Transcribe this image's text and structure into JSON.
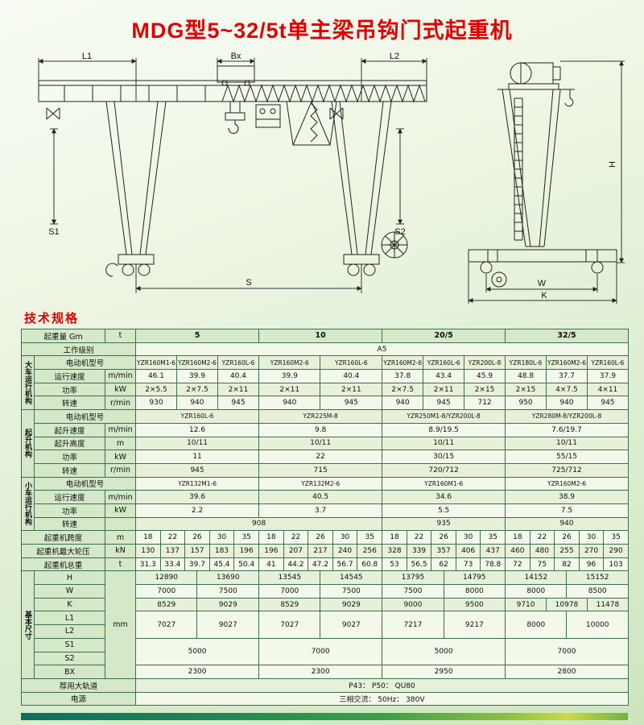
{
  "page": {
    "title": "MDG型5~32/5t单主梁吊钩门式起重机",
    "spec_heading": "技术规格"
  },
  "drawing": {
    "labels": {
      "l1": "L1",
      "bx": "Bx",
      "l2": "L2",
      "s1": "S1",
      "s2": "S2",
      "s": "S",
      "w": "W",
      "k": "K",
      "h": "H"
    }
  },
  "table": {
    "layout": {
      "label_col_widths": [
        16,
        88,
        38
      ],
      "micro_cols": 120,
      "data_width": 612
    },
    "rows": [
      [
        [
          "起重量 Gm",
          2,
          1,
          "lbl"
        ],
        [
          "t",
          1,
          1,
          "unit"
        ],
        [
          "5",
          30,
          1,
          "hdr"
        ],
        [
          "10",
          30,
          1,
          "hdr"
        ],
        [
          "20/5",
          30,
          1,
          "hdr"
        ],
        [
          "32/5",
          30,
          1,
          "hdr"
        ]
      ],
      [
        [
          "工作级别",
          3,
          1,
          "lbl"
        ],
        [
          "A5",
          120,
          1,
          "d"
        ]
      ],
      [
        [
          "大车运行机构",
          1,
          4,
          "grp"
        ],
        [
          "电动机型号",
          2,
          1,
          "name"
        ],
        [
          "YZR160M1-6",
          10,
          1,
          "m"
        ],
        [
          "YZR160M2-6",
          10,
          1,
          "m"
        ],
        [
          "YZR160L-6",
          10,
          1,
          "m"
        ],
        [
          "YZR160M2-6",
          15,
          1,
          "m"
        ],
        [
          "YZR160L-6",
          15,
          1,
          "m"
        ],
        [
          "YZR160M2-6",
          10,
          1,
          "m"
        ],
        [
          "YZR160L-6",
          10,
          1,
          "m"
        ],
        [
          "YZR200L-8",
          10,
          1,
          "m"
        ],
        [
          "YZR180L-6",
          10,
          1,
          "m"
        ],
        [
          "YZR160M2-6",
          10,
          1,
          "m"
        ],
        [
          "YZR160L-6",
          10,
          1,
          "m"
        ]
      ],
      [
        [
          "运行速度",
          1,
          1,
          "name"
        ],
        [
          "m/min",
          1,
          1,
          "unit"
        ],
        [
          "46.1",
          10
        ],
        [
          "39.9",
          10
        ],
        [
          "40.4",
          10
        ],
        [
          "39.9",
          15
        ],
        [
          "40.4",
          15
        ],
        [
          "37.8",
          10
        ],
        [
          "43.4",
          10
        ],
        [
          "45.9",
          10
        ],
        [
          "48.8",
          10
        ],
        [
          "37.7",
          10
        ],
        [
          "37.9",
          10
        ]
      ],
      [
        [
          "功率",
          1,
          1,
          "name"
        ],
        [
          "kW",
          1,
          1,
          "unit"
        ],
        [
          "2×5.5",
          10
        ],
        [
          "2×7.5",
          10
        ],
        [
          "2×11",
          10
        ],
        [
          "2×11",
          15
        ],
        [
          "2×11",
          15
        ],
        [
          "2×7.5",
          10
        ],
        [
          "2×11",
          10
        ],
        [
          "2×15",
          10
        ],
        [
          "2×15",
          10
        ],
        [
          "4×7.5",
          10
        ],
        [
          "4×11",
          10
        ]
      ],
      [
        [
          "转速",
          1,
          1,
          "name"
        ],
        [
          "r/min",
          1,
          1,
          "unit"
        ],
        [
          "930",
          10
        ],
        [
          "940",
          10
        ],
        [
          "945",
          10
        ],
        [
          "940",
          15
        ],
        [
          "945",
          15
        ],
        [
          "940",
          10
        ],
        [
          "945",
          10
        ],
        [
          "712",
          10
        ],
        [
          "950",
          10
        ],
        [
          "940",
          10
        ],
        [
          "945",
          10
        ]
      ],
      [
        [
          "起升机构",
          1,
          5,
          "grp"
        ],
        [
          "电动机型号",
          2,
          1,
          "name"
        ],
        [
          "YZR160L-6",
          30,
          1,
          "m"
        ],
        [
          "YZR225M-8",
          30,
          1,
          "m"
        ],
        [
          "YZR250M1-8/YZR200L-8",
          30,
          1,
          "m"
        ],
        [
          "YZR280M-8/YZR200L-8",
          30,
          1,
          "m"
        ]
      ],
      [
        [
          "起升速度",
          1,
          1,
          "name"
        ],
        [
          "m/min",
          1,
          1,
          "unit"
        ],
        [
          "12.6",
          30
        ],
        [
          "9.8",
          30
        ],
        [
          "8.9/19.5",
          30
        ],
        [
          "7.6/19.7",
          30
        ]
      ],
      [
        [
          "起升高度",
          1,
          1,
          "name"
        ],
        [
          "m",
          1,
          1,
          "unit"
        ],
        [
          "10/11",
          30
        ],
        [
          "10/11",
          30
        ],
        [
          "10/11",
          30
        ],
        [
          "10/11",
          30
        ]
      ],
      [
        [
          "功率",
          1,
          1,
          "name"
        ],
        [
          "kW",
          1,
          1,
          "unit"
        ],
        [
          "11",
          30
        ],
        [
          "22",
          30
        ],
        [
          "30/15",
          30
        ],
        [
          "55/15",
          30
        ]
      ],
      [
        [
          "转速",
          1,
          1,
          "name"
        ],
        [
          "r/min",
          1,
          1,
          "unit"
        ],
        [
          "945",
          30
        ],
        [
          "715",
          30
        ],
        [
          "720/712",
          30
        ],
        [
          "725/712",
          30
        ]
      ],
      [
        [
          "小车运行机构",
          1,
          4,
          "grp"
        ],
        [
          "电动机型号",
          2,
          1,
          "name"
        ],
        [
          "YZR132M1-6",
          30,
          1,
          "m"
        ],
        [
          "YZR132M2-6",
          30,
          1,
          "m"
        ],
        [
          "YZR160M1-6",
          30,
          1,
          "m"
        ],
        [
          "YZR160M2-6",
          30,
          1,
          "m"
        ]
      ],
      [
        [
          "运行速度",
          1,
          1,
          "name"
        ],
        [
          "m/min",
          1,
          1,
          "unit"
        ],
        [
          "39.6",
          30
        ],
        [
          "40.5",
          30
        ],
        [
          "34.6",
          30
        ],
        [
          "38.9",
          30
        ]
      ],
      [
        [
          "功率",
          1,
          1,
          "name"
        ],
        [
          "kW",
          1,
          1,
          "unit"
        ],
        [
          "2.2",
          30
        ],
        [
          "3.7",
          30
        ],
        [
          "5.5",
          30
        ],
        [
          "7.5",
          30
        ]
      ],
      [
        [
          "转速",
          1,
          1,
          "name"
        ],
        [
          "",
          1,
          1,
          "unit"
        ],
        [
          "908",
          60
        ],
        [
          "935",
          30
        ],
        [
          "940",
          30
        ]
      ],
      [
        [
          "起重机跨度",
          2,
          1,
          "lbl"
        ],
        [
          "m",
          1,
          1,
          "unit"
        ],
        [
          "18",
          6
        ],
        [
          "22",
          6
        ],
        [
          "26",
          6
        ],
        [
          "30",
          6
        ],
        [
          "35",
          6
        ],
        [
          "18",
          6
        ],
        [
          "22",
          6
        ],
        [
          "26",
          6
        ],
        [
          "30",
          6
        ],
        [
          "35",
          6
        ],
        [
          "18",
          6
        ],
        [
          "22",
          6
        ],
        [
          "26",
          6
        ],
        [
          "30",
          6
        ],
        [
          "35",
          6
        ],
        [
          "18",
          6
        ],
        [
          "22",
          6
        ],
        [
          "26",
          6
        ],
        [
          "30",
          6
        ],
        [
          "35",
          6
        ]
      ],
      [
        [
          "起重机最大轮压",
          2,
          1,
          "lbl"
        ],
        [
          "kN",
          1,
          1,
          "unit"
        ],
        [
          "130",
          6
        ],
        [
          "137",
          6
        ],
        [
          "157",
          6
        ],
        [
          "183",
          6
        ],
        [
          "196",
          6
        ],
        [
          "196",
          6
        ],
        [
          "207",
          6
        ],
        [
          "217",
          6
        ],
        [
          "240",
          6
        ],
        [
          "256",
          6
        ],
        [
          "328",
          6
        ],
        [
          "339",
          6
        ],
        [
          "357",
          6
        ],
        [
          "406",
          6
        ],
        [
          "437",
          6
        ],
        [
          "460",
          6
        ],
        [
          "480",
          6
        ],
        [
          "255",
          6
        ],
        [
          "270",
          6
        ],
        [
          "290",
          6
        ]
      ],
      [
        [
          "起重机总重",
          2,
          1,
          "lbl"
        ],
        [
          "t",
          1,
          1,
          "unit"
        ],
        [
          "31.3",
          6
        ],
        [
          "33.4",
          6
        ],
        [
          "39.7",
          6
        ],
        [
          "45.4",
          6
        ],
        [
          "50.4",
          6
        ],
        [
          "41",
          6
        ],
        [
          "44.2",
          6
        ],
        [
          "47.2",
          6
        ],
        [
          "56.7",
          6
        ],
        [
          "60.8",
          6
        ],
        [
          "53",
          6
        ],
        [
          "56.5",
          6
        ],
        [
          "62",
          6
        ],
        [
          "73",
          6
        ],
        [
          "78.8",
          6
        ],
        [
          "72",
          6
        ],
        [
          "75",
          6
        ],
        [
          "82",
          6
        ],
        [
          "96",
          6
        ],
        [
          "103",
          6
        ]
      ],
      [
        [
          "基本尺寸",
          1,
          8,
          "grp"
        ],
        [
          "H",
          1,
          1,
          "name"
        ],
        [
          "mm",
          1,
          8,
          "unit"
        ],
        [
          "12890",
          15
        ],
        [
          "13690",
          15
        ],
        [
          "13545",
          15
        ],
        [
          "14545",
          15
        ],
        [
          "13795",
          15
        ],
        [
          "14795",
          15
        ],
        [
          "14152",
          15
        ],
        [
          "15152",
          15
        ]
      ],
      [
        [
          "W",
          1,
          1,
          "name"
        ],
        [
          "7000",
          15
        ],
        [
          "7500",
          15
        ],
        [
          "7000",
          15
        ],
        [
          "7500",
          15
        ],
        [
          "7500",
          15
        ],
        [
          "8000",
          15
        ],
        [
          "8000",
          15
        ],
        [
          "8500",
          15
        ]
      ],
      [
        [
          "K",
          1,
          1,
          "name"
        ],
        [
          "8529",
          15
        ],
        [
          "9029",
          15
        ],
        [
          "8529",
          15
        ],
        [
          "9029",
          15
        ],
        [
          "9000",
          15
        ],
        [
          "9500",
          15
        ],
        [
          "9710",
          10
        ],
        [
          "10978",
          10
        ],
        [
          "11478",
          10
        ]
      ],
      [
        [
          "L1",
          1,
          1,
          "name"
        ],
        [
          "7027",
          15,
          2
        ],
        [
          "9027",
          15,
          2
        ],
        [
          "7027",
          15,
          2
        ],
        [
          "9027",
          15,
          2
        ],
        [
          "7217",
          15,
          2
        ],
        [
          "9217",
          15,
          2
        ],
        [
          "8000",
          15,
          2
        ],
        [
          "10000",
          15,
          2
        ]
      ],
      [
        [
          "L2",
          1,
          1,
          "name"
        ]
      ],
      [
        [
          "S1",
          1,
          1,
          "name"
        ],
        [
          "5000",
          30,
          2
        ],
        [
          "7000",
          30,
          2
        ],
        [
          "5000",
          30,
          2
        ],
        [
          "7000",
          30,
          2
        ]
      ],
      [
        [
          "S2",
          1,
          1,
          "name"
        ]
      ],
      [
        [
          "BX",
          1,
          1,
          "name"
        ],
        [
          "2300",
          30
        ],
        [
          "2300",
          30
        ],
        [
          "2950",
          30
        ],
        [
          "2800",
          30
        ]
      ],
      [
        [
          "荐用大轨道",
          3,
          1,
          "lbl"
        ],
        [
          "P43： P50： QU80",
          120,
          1,
          "d"
        ]
      ],
      [
        [
          "电源",
          3,
          1,
          "lbl"
        ],
        [
          "三相交流： 50Hz： 380V",
          120,
          1,
          "d"
        ]
      ]
    ]
  }
}
